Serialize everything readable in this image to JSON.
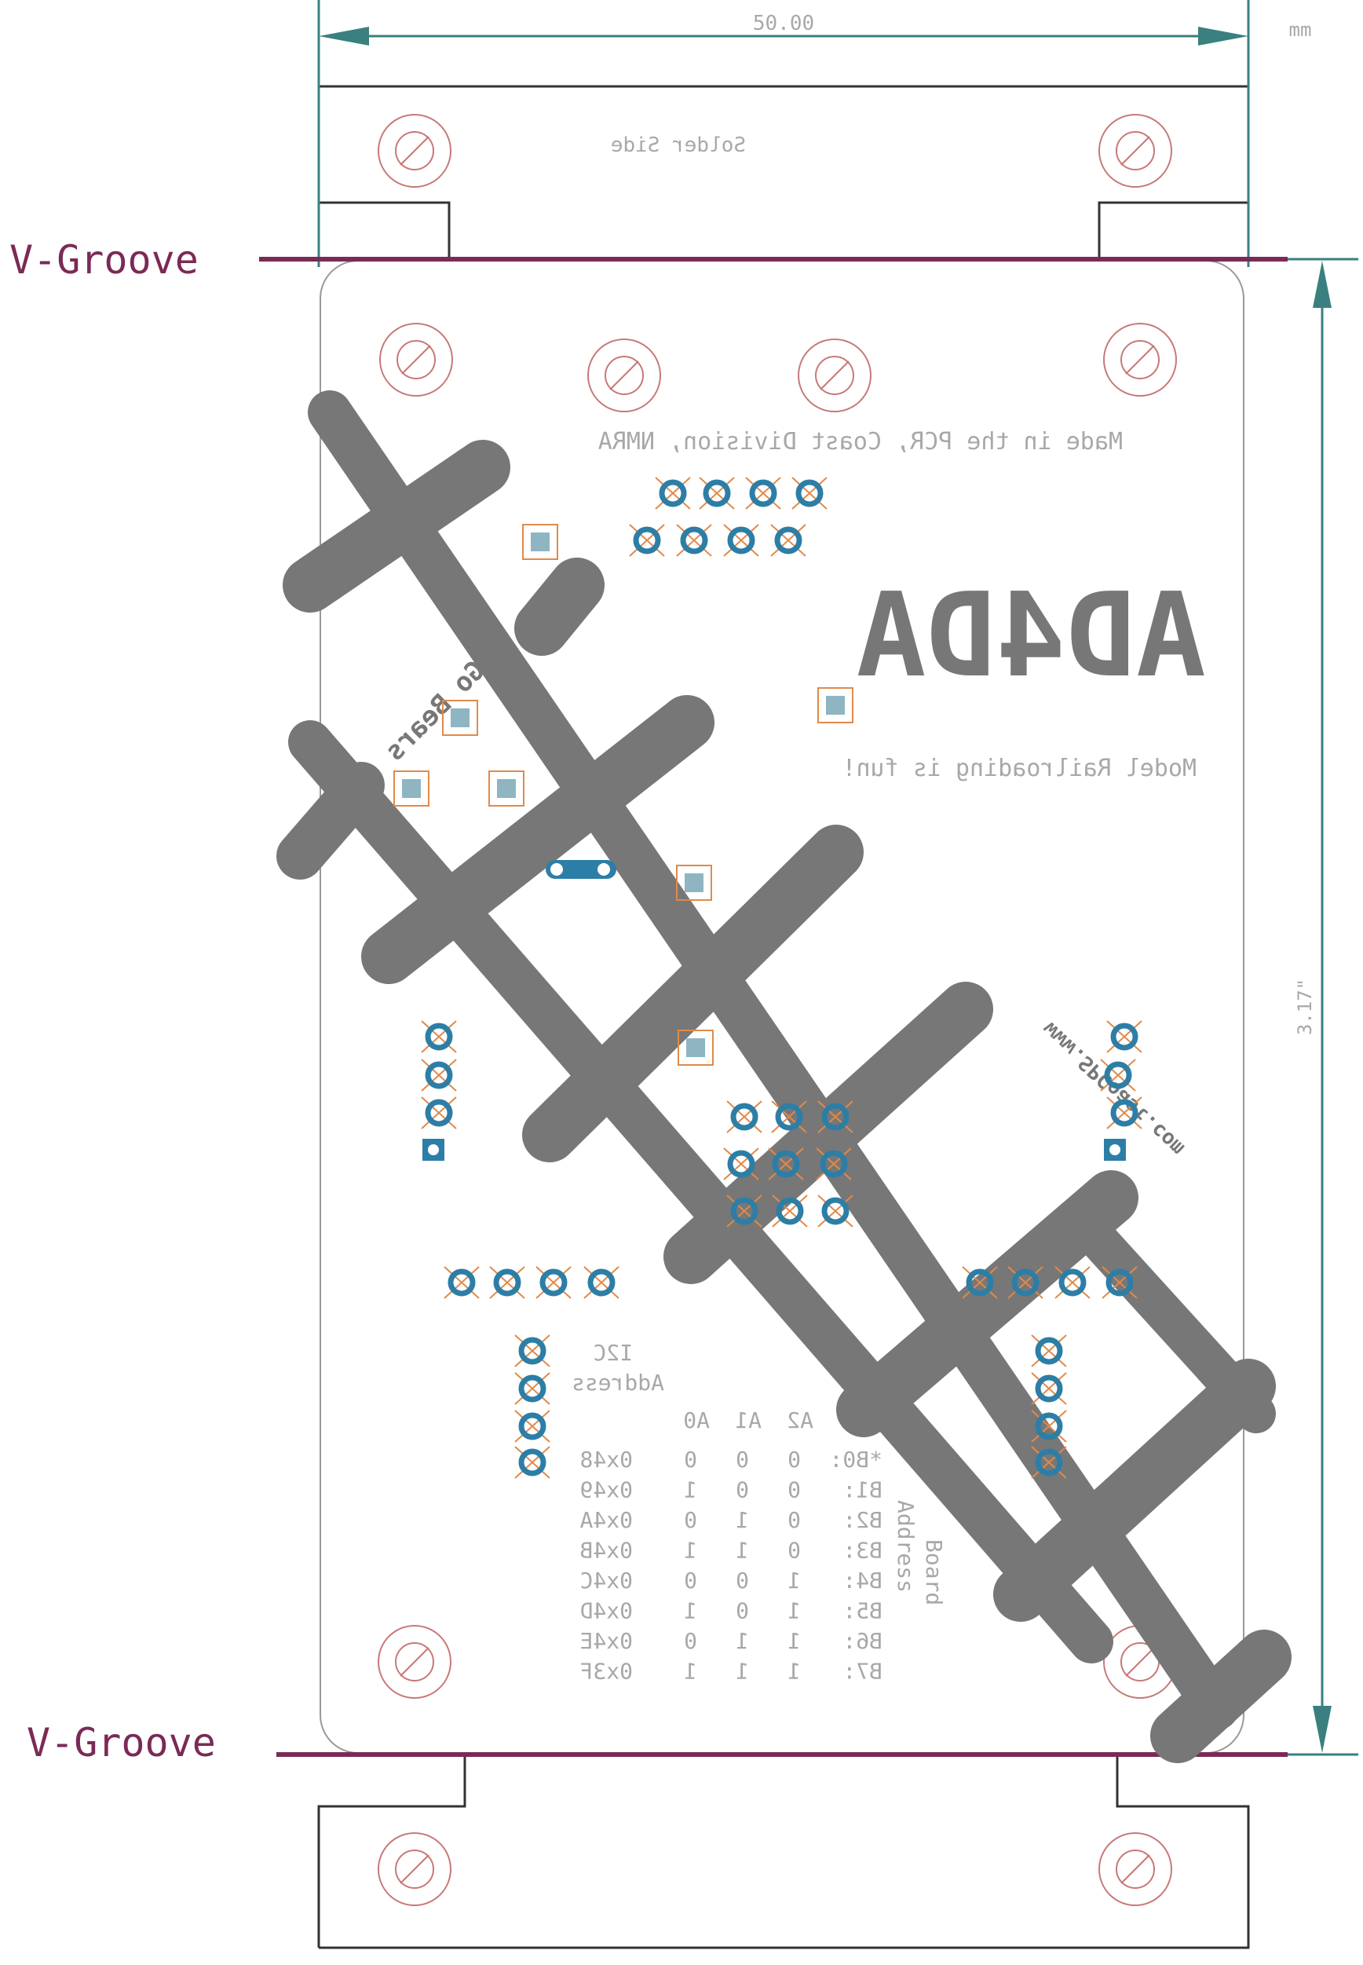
{
  "units": "mm",
  "dimension_width": "50.00",
  "dimension_height": "3.17\"",
  "v_groove_top": "V-Groove",
  "v_groove_bottom": "V-Groove",
  "solder_side": "Solder Side",
  "made_in": "Made in the PCR, Coast Division, NMRA",
  "product": "AD4DA",
  "tagline": "Model Railroading is fun!",
  "website": "www.SPCoast.com",
  "go_bears": "Go Bears",
  "i2c_line1": "I2C",
  "i2c_line2": "Address",
  "board_address_line1": "Board",
  "board_address_line2": "Address",
  "addr_header": [
    "A2",
    "A1",
    "A0"
  ],
  "addr_rows": [
    {
      "label": "*B0:",
      "a2": "0",
      "a1": "0",
      "a0": "0",
      "hex": "0x48"
    },
    {
      "label": "B1:",
      "a2": "0",
      "a1": "0",
      "a0": "1",
      "hex": "0x49"
    },
    {
      "label": "B2:",
      "a2": "0",
      "a1": "1",
      "a0": "0",
      "hex": "0x4A"
    },
    {
      "label": "B3:",
      "a2": "0",
      "a1": "1",
      "a0": "1",
      "hex": "0x4B"
    },
    {
      "label": "B4:",
      "a2": "1",
      "a1": "0",
      "a0": "0",
      "hex": "0x4C"
    },
    {
      "label": "B5:",
      "a2": "1",
      "a1": "0",
      "a0": "1",
      "hex": "0x4D"
    },
    {
      "label": "B6:",
      "a2": "1",
      "a1": "1",
      "a0": "0",
      "hex": "0x4E"
    },
    {
      "label": "B7:",
      "a2": "1",
      "a1": "1",
      "a0": "1",
      "hex": "0x3F"
    }
  ],
  "colors": {
    "outline": "#333333",
    "dimension": "#3a8080",
    "groove": "#7a2a55",
    "silk": "#a8a8a8",
    "pad": "#2d7ea6",
    "pad_outline": "#e08a4a",
    "track": "#777777",
    "hole": "#c87878"
  }
}
